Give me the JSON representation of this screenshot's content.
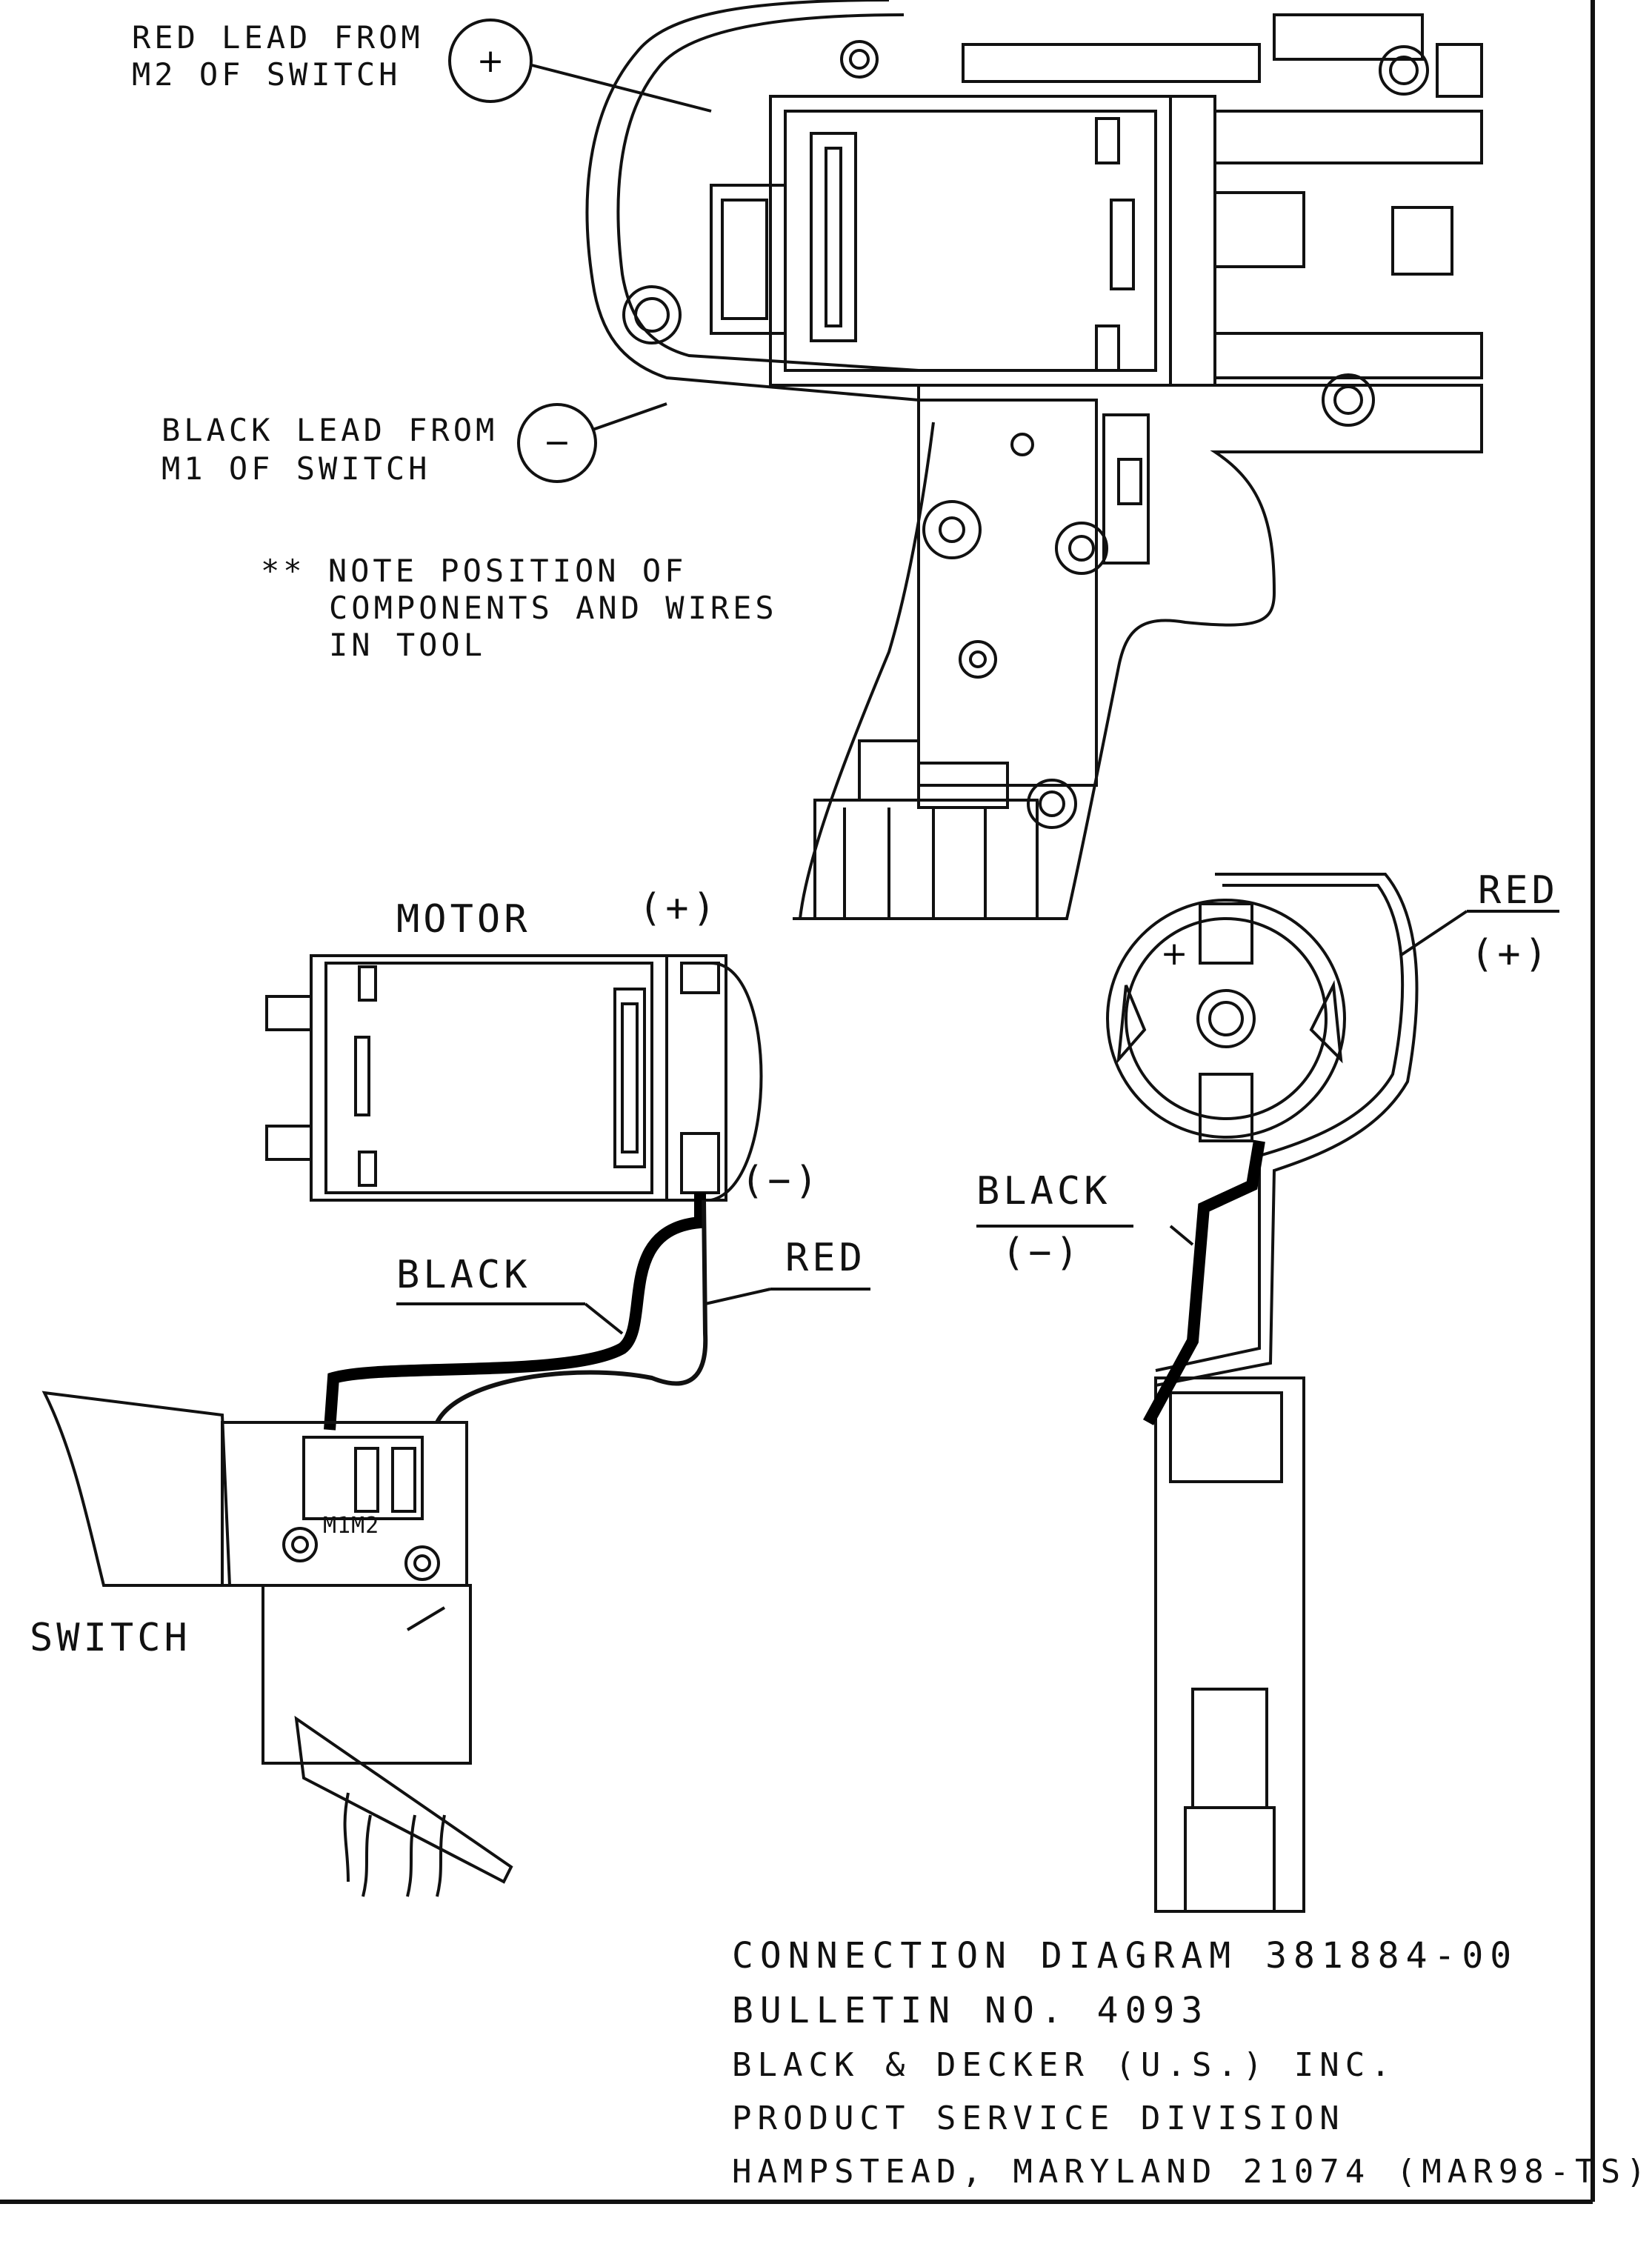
{
  "leads": {
    "red_lead_from": "RED LEAD FROM",
    "red_lead_terminal": "M2 OF SWITCH",
    "red_symbol": "+",
    "black_lead_from": "BLACK LEAD FROM",
    "black_lead_terminal": "M1 OF SWITCH",
    "black_symbol": "−"
  },
  "note": {
    "line1": "** NOTE POSITION OF",
    "line2": "COMPONENTS AND WIRES",
    "line3": "IN TOOL"
  },
  "motor_diagram": {
    "motor_label": "MOTOR",
    "plus_terminal": "(+)",
    "minus_terminal": "(−)",
    "black_wire": "BLACK",
    "red_wire": "RED",
    "switch_label": "SWITCH",
    "m1m2_label": "M1M2"
  },
  "end_view": {
    "red_label": "RED",
    "red_sign": "(+)",
    "black_label": "BLACK",
    "black_sign": "(−)",
    "plus_mark": "+"
  },
  "title_block": {
    "line1": "CONNECTION DIAGRAM 381884-00",
    "line2": "BULLETIN NO. 4093",
    "line3": "BLACK & DECKER (U.S.) INC.",
    "line4": "PRODUCT SERVICE DIVISION",
    "line5": "HAMPSTEAD, MARYLAND 21074 (MAR98-TS)"
  }
}
